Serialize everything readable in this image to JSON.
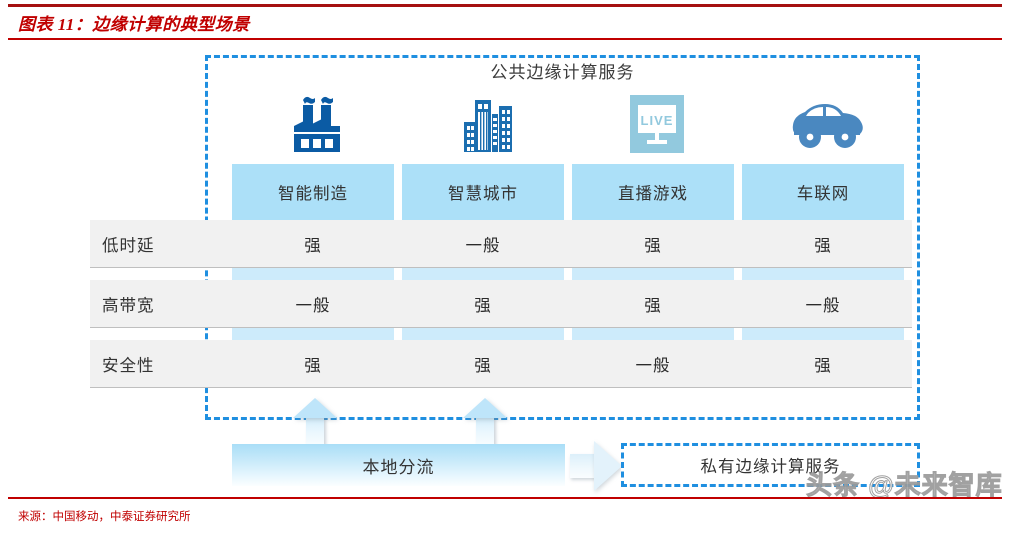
{
  "figure": {
    "title": "图表 11：边缘计算的典型场景",
    "source": "来源：中国移动，中泰证券研究所",
    "title_color": "#C00000",
    "accent_color": "#1F8FE0",
    "watermark": "头条 @未来智库"
  },
  "public_service": {
    "label": "公共边缘计算服务"
  },
  "icons": [
    {
      "name": "factory-icon",
      "color": "#0B5BA4"
    },
    {
      "name": "city-buildings-icon",
      "color": "#1B6EB0"
    },
    {
      "name": "live-stream-monitor-icon",
      "color": "#92C9DE"
    },
    {
      "name": "car-icon",
      "color": "#4A88C0"
    }
  ],
  "chart_data": {
    "type": "table",
    "title": "边缘计算的典型场景",
    "columns": [
      "智能制造",
      "智慧城市",
      "直播游戏",
      "车联网"
    ],
    "rows": [
      {
        "label": "低时延",
        "values": [
          "强",
          "一般",
          "强",
          "强"
        ]
      },
      {
        "label": "高带宽",
        "values": [
          "一般",
          "强",
          "强",
          "一般"
        ]
      },
      {
        "label": "安全性",
        "values": [
          "强",
          "强",
          "一般",
          "强"
        ]
      }
    ],
    "legend": [],
    "grid": true,
    "colors": {
      "header_fill": "#ACE0F8",
      "column_fill": "#CDEBFB",
      "row_fill": "#F1F1F1"
    }
  },
  "bottom": {
    "local_offload": "本地分流",
    "private_service": "私有边缘计算服务"
  }
}
